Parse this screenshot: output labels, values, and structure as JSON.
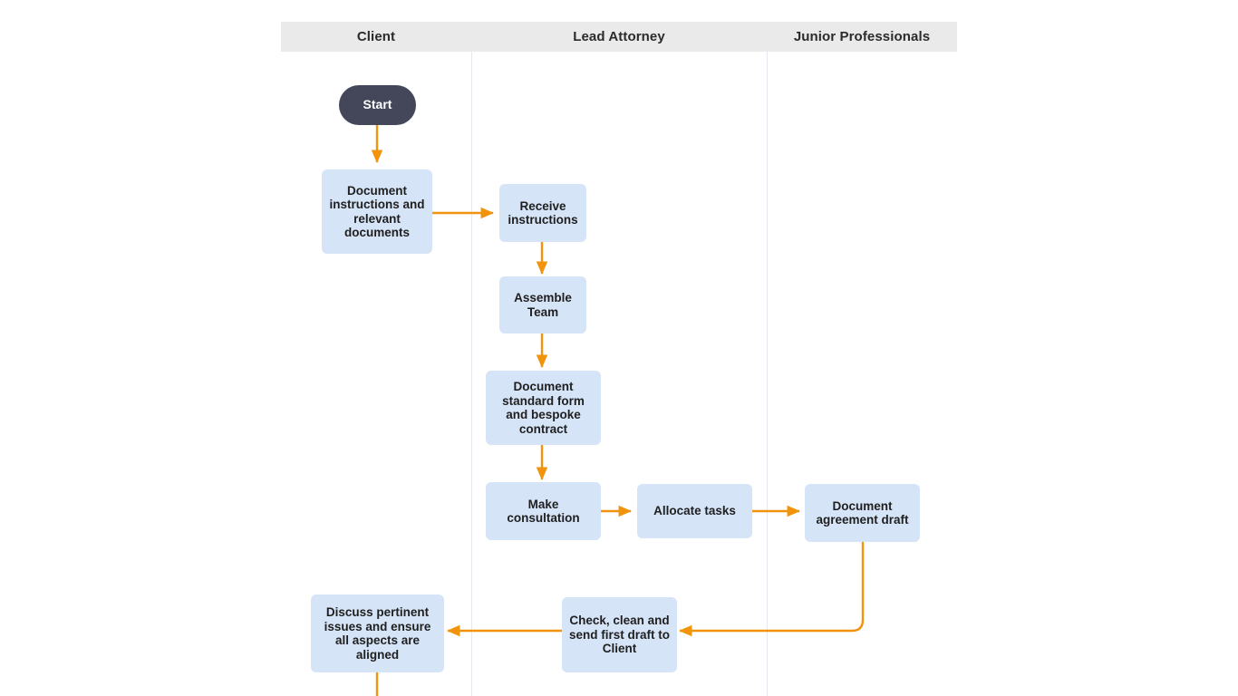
{
  "diagram": {
    "type": "swimlane-flowchart",
    "background_color": "#ffffff",
    "header_background_color": "#eaeaea",
    "node_fill_color": "#d6e4f7",
    "terminator_fill_color": "#434759",
    "connector_color": "#f2930d",
    "divider_color": "#e6e8ef"
  },
  "lanes": [
    {
      "id": "client",
      "label": "Client"
    },
    {
      "id": "lead",
      "label": "Lead Attorney"
    },
    {
      "id": "junior",
      "label": "Junior Professionals"
    }
  ],
  "nodes": [
    {
      "id": "start",
      "lane": "client",
      "shape": "terminator",
      "label": "Start"
    },
    {
      "id": "doc-instr",
      "lane": "client",
      "shape": "process",
      "label": "Document instructions and relevant documents"
    },
    {
      "id": "recv-instr",
      "lane": "lead",
      "shape": "process",
      "label": "Receive instructions"
    },
    {
      "id": "assemble",
      "lane": "lead",
      "shape": "process",
      "label": "Assemble Team"
    },
    {
      "id": "doc-standard",
      "lane": "lead",
      "shape": "process",
      "label": "Document standard form and bespoke contract"
    },
    {
      "id": "consult",
      "lane": "lead",
      "shape": "process",
      "label": "Make consultation"
    },
    {
      "id": "allocate",
      "lane": "lead",
      "shape": "process",
      "label": "Allocate tasks"
    },
    {
      "id": "doc-agree",
      "lane": "junior",
      "shape": "process",
      "label": "Document agreement draft"
    },
    {
      "id": "check-send",
      "lane": "lead",
      "shape": "process",
      "label": "Check, clean and send first draft to Client"
    },
    {
      "id": "discuss",
      "lane": "client",
      "shape": "process",
      "label": "Discuss pertinent issues and ensure all aspects are aligned"
    }
  ],
  "edges": [
    {
      "from": "start",
      "to": "doc-instr"
    },
    {
      "from": "doc-instr",
      "to": "recv-instr"
    },
    {
      "from": "recv-instr",
      "to": "assemble"
    },
    {
      "from": "assemble",
      "to": "doc-standard"
    },
    {
      "from": "doc-standard",
      "to": "consult"
    },
    {
      "from": "consult",
      "to": "allocate"
    },
    {
      "from": "allocate",
      "to": "doc-agree"
    },
    {
      "from": "doc-agree",
      "to": "check-send"
    },
    {
      "from": "check-send",
      "to": "discuss"
    },
    {
      "from": "discuss",
      "to": "below-edge"
    }
  ]
}
